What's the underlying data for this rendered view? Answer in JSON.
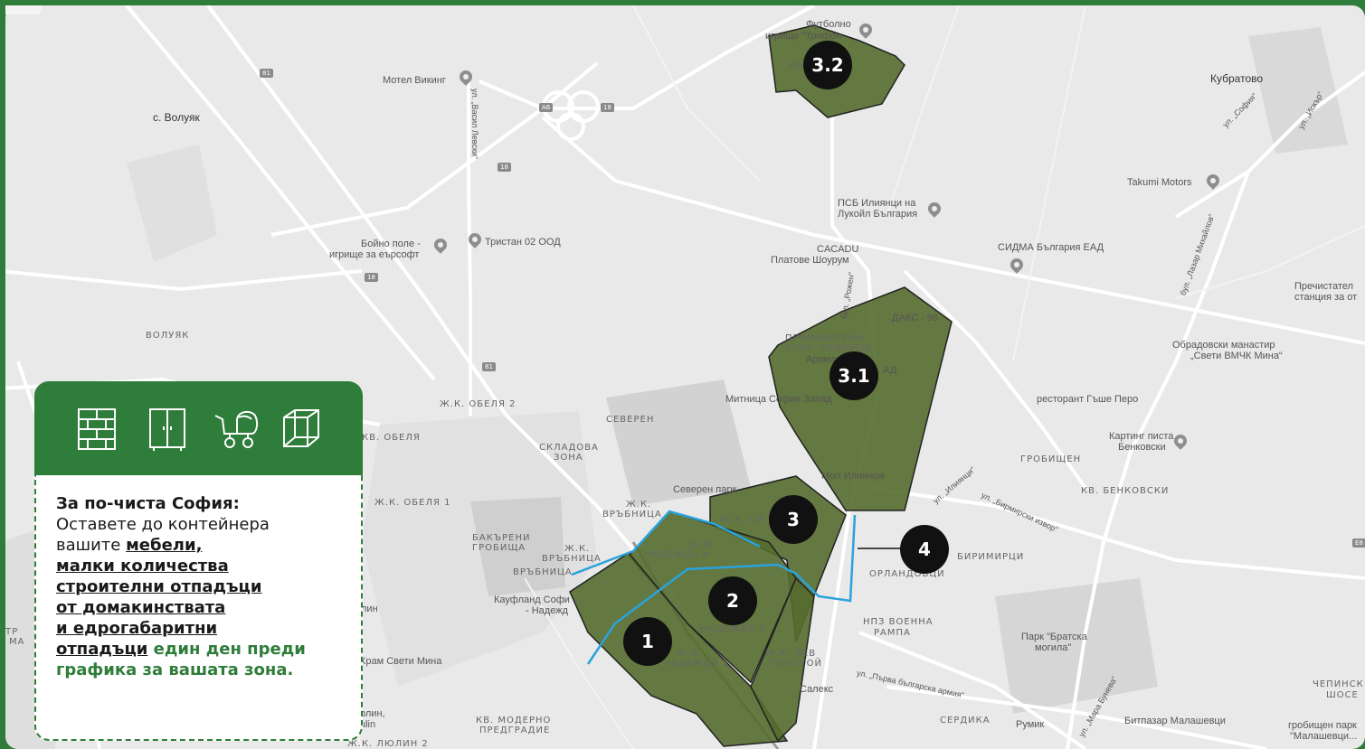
{
  "colors": {
    "frame": "#2f7d3a",
    "zone_fill": "#556b2f",
    "route": "#29a3dc",
    "badge": "#111111"
  },
  "zones": [
    {
      "id": "zone-1",
      "label": "1"
    },
    {
      "id": "zone-2",
      "label": "2"
    },
    {
      "id": "zone-3",
      "label": "3"
    },
    {
      "id": "zone-3-1",
      "label": "3.1"
    },
    {
      "id": "zone-3-2",
      "label": "3.2"
    },
    {
      "id": "zone-4",
      "label": "4"
    }
  ],
  "places": {
    "motel": "Мотел Викинг",
    "voluyak_village": "с. Волуяк",
    "voluyak": "ВОЛУЯК",
    "kubratovo": "Кубратово",
    "takumi": "Takumi Motors",
    "psb1": "ПСБ Илиянци на",
    "psb2": "Лукойл България",
    "boino1": "Бойно поле -",
    "boino2": "игрище за еърсофт",
    "tristan": "Тристан 02 ООД",
    "cacadu1": "CACADU",
    "cacadu2": "Платове Шоурум",
    "sidma": "СИДМА България ЕАД",
    "prech1": "Пречистател",
    "prech2": "станция за от",
    "obrad1": "Обрадовски манастир",
    "obrad2": "„Свети ВМЧК Мина“",
    "restaurant": "ресторант Гъше Перо",
    "karting1": "Картинг писта",
    "karting2": "Бенковски",
    "grobishten": "ГРОБИЩЕН",
    "benkovski": "КВ. БЕНКОВСКИ",
    "birimirtsi": "БИРИМИРЦИ",
    "orlandovtsi": "ОРЛАНДОВЦИ",
    "npz1": "НПЗ ВОЕННА",
    "npz2": "РАМПА",
    "park1": "Парк \"Братска",
    "park2": "могила\"",
    "chepinsko1": "ЧЕПИНСК",
    "chepinsko2": "ШОСЕ",
    "rumik": "Румик",
    "bitpazar": "Битпазар Малашевци",
    "grobishten_park1": "гробищен парк",
    "grobishten_park2": "\"Малашевци...",
    "serdika": "СЕРДИКА",
    "salex": "Салекс",
    "moderno1": "КВ. МОДЕРНО",
    "moderno2": "ПРЕДГРАДИЕ",
    "hram": "Храм Свети Мина",
    "kaufland1": "Кауфланд Софи",
    "kaufland2": "- Надежд",
    "bakarreni1": "БАКЪРЕНИ",
    "bakarreni2": "ГРОБИЩА",
    "vrabnitsa_small": "ВРЪБНИЦА",
    "vrabnitsa1": "Ж.К.",
    "vrabnitsa2": "ВРЪБНИЦА",
    "vrabnitsa3": "Ж.К.",
    "vrabnitsa4": "ВРЪБНИЦА",
    "obelya1": "Ж.К. ОБЕЛЯ 1",
    "obelya2": "Ж.К. ОБЕЛЯ 2",
    "kv_obelya": "КВ. ОБЕЛЯ",
    "severen": "СЕВЕРЕН",
    "skladova1": "СКЛАДОВА",
    "skladova2": "ЗОНА",
    "severen_park": "Северен парк",
    "mol": "Мол Илиянци",
    "mitnitsa": "Митница София Запад",
    "promish1": "ПРОМИШЛЕНА",
    "promish2": "ЗОНА ИЛИЯНЦИ",
    "daks": "ДАКС - 96",
    "aroma": "Аромат Вакс",
    "ad": "АД",
    "futbolno1": "Футболно",
    "futbolno2": "игрище \"Трифон",
    "kv": "КВ",
    "nad4a": "Ж.К.",
    "nad4b": "НАДЕЖДА 4",
    "nad2": "НАДЕЖДА 2",
    "nad1a": "Ж.К.",
    "nad1b": "НАДЕЖДА 1",
    "zhk_sv": "Ж.К. СВ",
    "lev1": "Ж.К. ЛЕВ",
    "lev2": "ТОЛСТОЙ",
    "tr": "ТР",
    "ma": "МА",
    "olin": "олин,",
    "ulin": "ulin",
    "lin": "лин",
    "lyulin": "Ж.К. ЛЮЛИН 2"
  },
  "roads": {
    "vasil_levski": "ул. „Васил Левски“",
    "sofia": "ул. „София“",
    "iskar": "ул. „Искър“",
    "lazar": "бул. „Лазар Михайлов“",
    "iliyantsi": "ул. „Илиянци“",
    "birimirski": "ул. „Бирмирски извор“",
    "parva": "ул. „Първа българска армия“",
    "rozhen": "бул. „Рожен“",
    "mara": "ул. „Мара Бунева“"
  },
  "shields": {
    "a6": "A6",
    "r81a": "81",
    "r81b": "81",
    "r18a": "18",
    "r18b": "18",
    "r18c": "18",
    "e8": "E8"
  },
  "panel": {
    "icons": [
      "bricks-icon",
      "wardrobe-icon",
      "stroller-icon",
      "box-icon"
    ],
    "title": "За по-чиста София:",
    "line1": "Оставете до контейнера",
    "line2_a": "вашите ",
    "furniture": "мебели,",
    "small": "малки количества",
    "construction": "строителни отпадъци",
    "household": "от домакинствата",
    "bulky": "и едрогабаритни",
    "waste": "отпадъци",
    "green": " един ден преди графика за вашата зона."
  }
}
